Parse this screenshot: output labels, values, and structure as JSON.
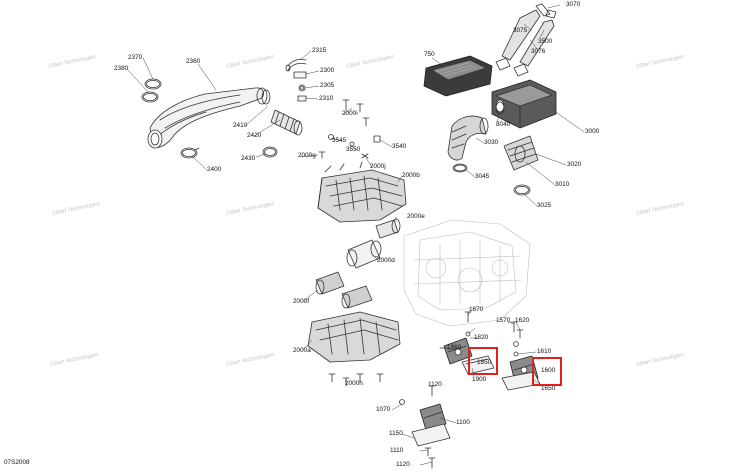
{
  "diagram": {
    "figure_code": "07S2008",
    "part_labels": [
      "3070",
      "3075",
      "3500",
      "3076",
      "2370",
      "2380",
      "2360",
      "2315",
      "2300",
      "2305",
      "2310",
      "750",
      "3000",
      "3040",
      "3030",
      "3020",
      "3010",
      "3045",
      "3025",
      "2410",
      "2420",
      "2430",
      "2400",
      "2000i",
      "3545",
      "3550",
      "3540",
      "2000g",
      "2000j",
      "2000b",
      "2000e",
      "2000d",
      "2000f",
      "2000a",
      "2000h",
      "1870",
      "1570",
      "1620",
      "1860",
      "1820",
      "1610",
      "1850",
      "1900",
      "1600",
      "1650",
      "1120",
      "1070",
      "1100",
      "1150",
      "1110",
      "1120"
    ],
    "watermark_text": "©Bart Technologies",
    "highlighted_parts": [
      "1850",
      "1600"
    ],
    "highlight_color": "#e0201f"
  }
}
